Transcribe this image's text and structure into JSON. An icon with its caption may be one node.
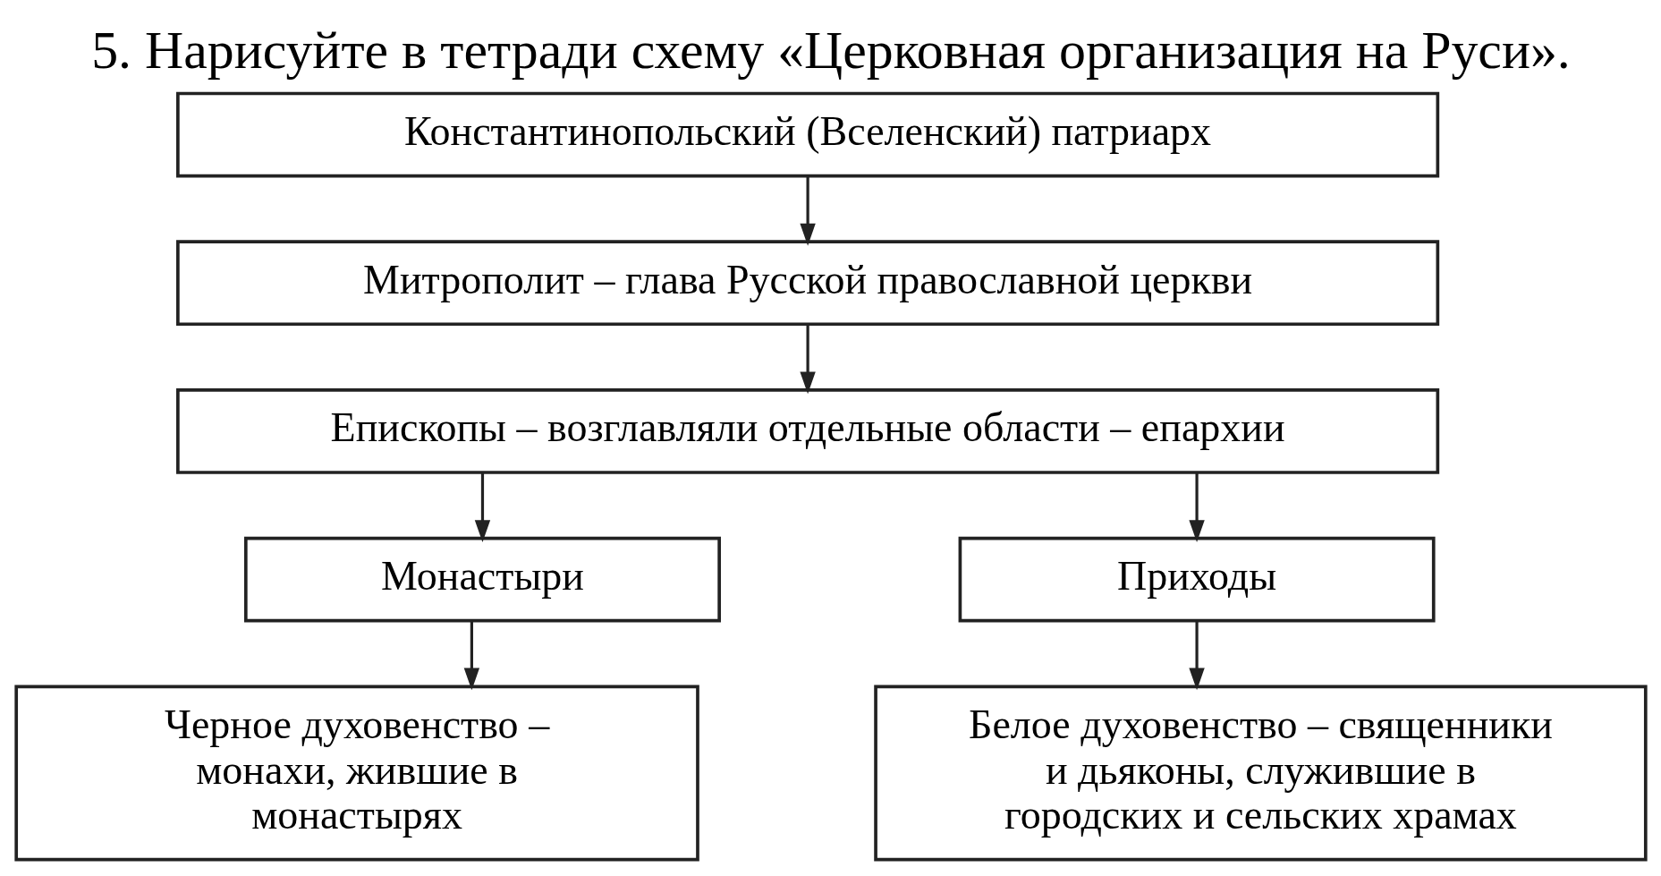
{
  "diagram": {
    "title": "5. Нарисуйте в тетради схему «Церковная организация на Руси».",
    "nodes": [
      {
        "text": [
          "Константинопольский (Вселенский) патриарх"
        ]
      },
      {
        "text": [
          "Митрополит – глава Русской православной церкви"
        ]
      },
      {
        "text": [
          "Епископы – возглавляли отдельные области – епархии"
        ]
      },
      {
        "text": [
          "Монастыри"
        ]
      },
      {
        "text": [
          "Приходы"
        ]
      },
      {
        "text": [
          "Черное духовенство – монахи, жившие в монастырях"
        ]
      },
      {
        "text": [
          "Белое духовенство – священники и дьяконы, служившие в городских и сельских храмах"
        ]
      }
    ],
    "edges": [
      {
        "from": 0,
        "to": 1,
        "arrow": "to"
      },
      {
        "from": 1,
        "to": 2,
        "arrow": "to"
      },
      {
        "from": 2,
        "to": 3,
        "arrow": "to"
      },
      {
        "from": 2,
        "to": 4,
        "arrow": "to"
      },
      {
        "from": 3,
        "to": 5,
        "arrow": "to"
      },
      {
        "from": 4,
        "to": 6,
        "arrow": "to"
      }
    ]
  }
}
